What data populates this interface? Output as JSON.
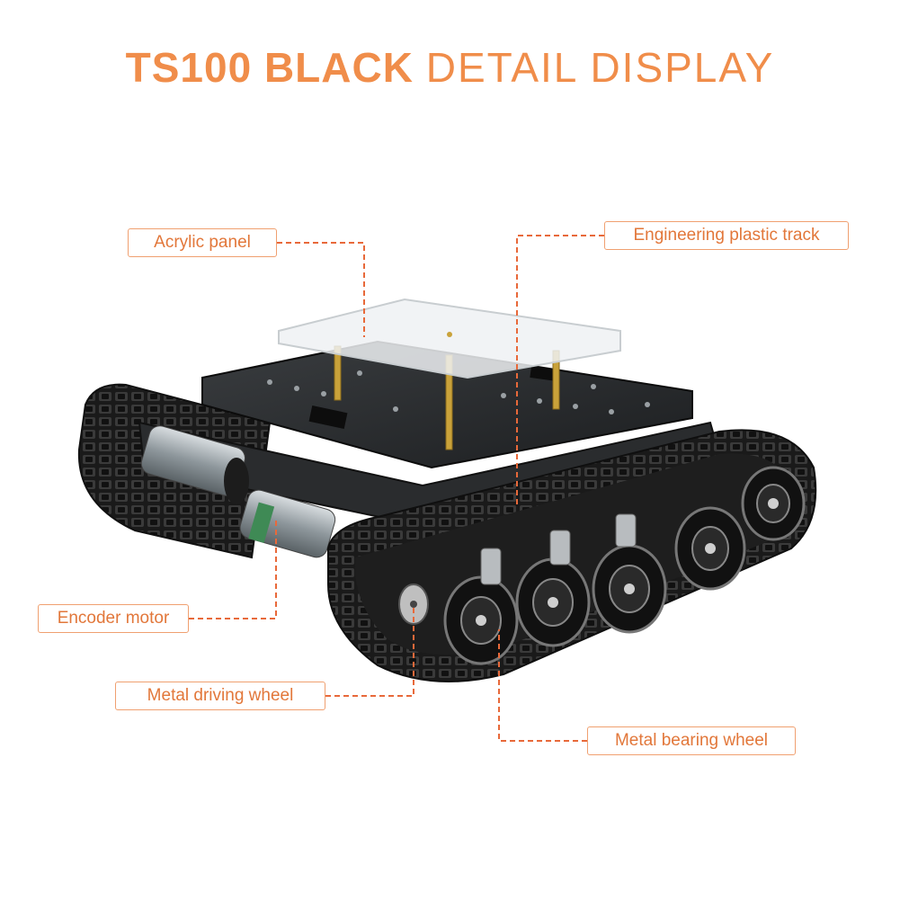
{
  "title": {
    "model": "TS100 BLACK",
    "rest": "DETAIL DISPLAY"
  },
  "callouts": {
    "acrylic_panel": "Acrylic panel",
    "engineering_track": "Engineering plastic track",
    "encoder_motor": "Encoder motor",
    "driving_wheel": "Metal driving wheel",
    "bearing_wheel": "Metal bearing wheel"
  },
  "colors": {
    "accent": "#f08d4a",
    "callout_border": "#f0a070",
    "leader_line": "#e8693a"
  }
}
